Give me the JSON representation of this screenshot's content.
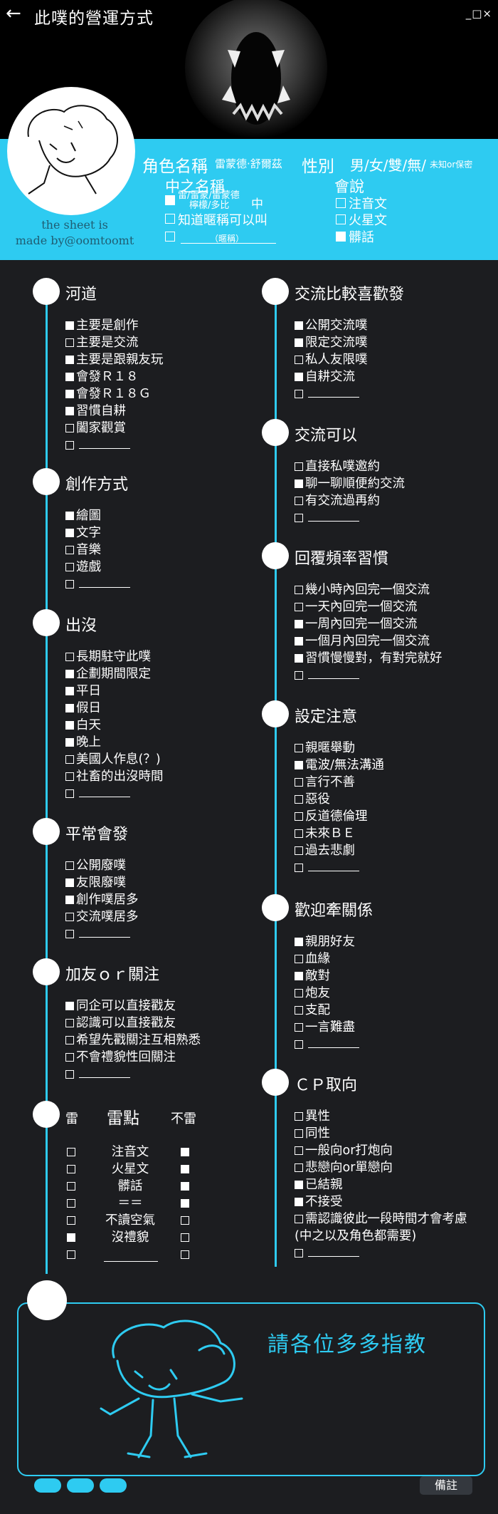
{
  "header": {
    "back_icon": "arrow-left-icon",
    "title": "此噗的營運方式",
    "window_controls": "_□×",
    "credit_line1": "the sheet is",
    "credit_line2": "made by@oomtoomt"
  },
  "profile": {
    "role_label": "角色名稱",
    "role_value": "雷蒙德‧舒爾茲",
    "gender_label": "性別",
    "gender_options": "男/女/雙/無/",
    "gender_unknown": "未知or保密",
    "name_label": "中之名稱",
    "name_option1_line1": "雷/雷蒙/雷蒙德",
    "name_option1_line2": "檸檬/多比",
    "name_option1_suffix": "中",
    "name_option2": "知道暱稱可以叫",
    "name_option3_hint": "（暱稱）",
    "lang_label": "會說",
    "lang_items": [
      "注音文",
      "火星文",
      "髒話"
    ]
  },
  "sections": {
    "hedao": {
      "title": "河道",
      "items": [
        "主要是創作",
        "主要是交流",
        "主要是跟親友玩",
        "會發Ｒ１８",
        "會發Ｒ１８Ｇ",
        "習慣自耕",
        "闔家觀賞"
      ]
    },
    "create": {
      "title": "創作方式",
      "items": [
        "繪圖",
        "文字",
        "音樂",
        "遊戲"
      ]
    },
    "appear": {
      "title": "出沒",
      "items": [
        "長期駐守此噗",
        "企劃期間限定",
        "平日",
        "假日",
        "白天",
        "晚上",
        "美國人作息(？)",
        "社畜的出沒時間"
      ]
    },
    "usual": {
      "title": "平常會發",
      "items": [
        "公開廢噗",
        "友限廢噗",
        "創作噗居多",
        "交流噗居多"
      ]
    },
    "friend": {
      "title": "加友ｏｒ關注",
      "items": [
        "同企可以直接戳友",
        "認識可以直接戳友",
        "希望先戳關注互相熟悉",
        "不會禮貌性回關注"
      ]
    },
    "interact": {
      "title": "交流比較喜歡發",
      "items": [
        "公開交流噗",
        "限定交流噗",
        "私人友限噗",
        "自耕交流"
      ]
    },
    "can": {
      "title": "交流可以",
      "items": [
        "直接私噗邀約",
        "聊一聊順便約交流",
        "有交流過再約"
      ]
    },
    "reply": {
      "title": "回覆頻率習慣",
      "items": [
        "幾小時內回完一個交流",
        "一天內回完一個交流",
        "一周內回完一個交流",
        "一個月內回完一個交流",
        "習慣慢慢對，有對完就好"
      ]
    },
    "setting": {
      "title": "設定注意",
      "items": [
        "親暱舉動",
        "電波/無法溝通",
        "言行不善",
        "惡役",
        "反道德倫理",
        "未來ＢＥ",
        "過去悲劇"
      ]
    },
    "relation": {
      "title": "歡迎牽關係",
      "items": [
        "親朋好友",
        "血緣",
        "敵對",
        "炮友",
        "支配",
        "一言難盡"
      ]
    },
    "cp": {
      "title": "ＣＰ取向",
      "items": [
        "異性",
        "同性",
        "一般向or打炮向",
        "悲戀向or單戀向",
        "已結親",
        "不接受",
        "需認識彼此一段時間才會考慮",
        "(中之以及角色都需要)"
      ]
    }
  },
  "landmine": {
    "left_label": "雷",
    "title": "雷點",
    "right_label": "不雷",
    "items": [
      "注音文",
      "火星文",
      "髒話",
      "＝＝",
      "不讀空氣",
      "沒禮貌"
    ]
  },
  "note": {
    "message": "請各位多多指教",
    "memo_button": "備註"
  },
  "colors": {
    "accent": "#2ecbf1",
    "background": "#1c1d20"
  }
}
